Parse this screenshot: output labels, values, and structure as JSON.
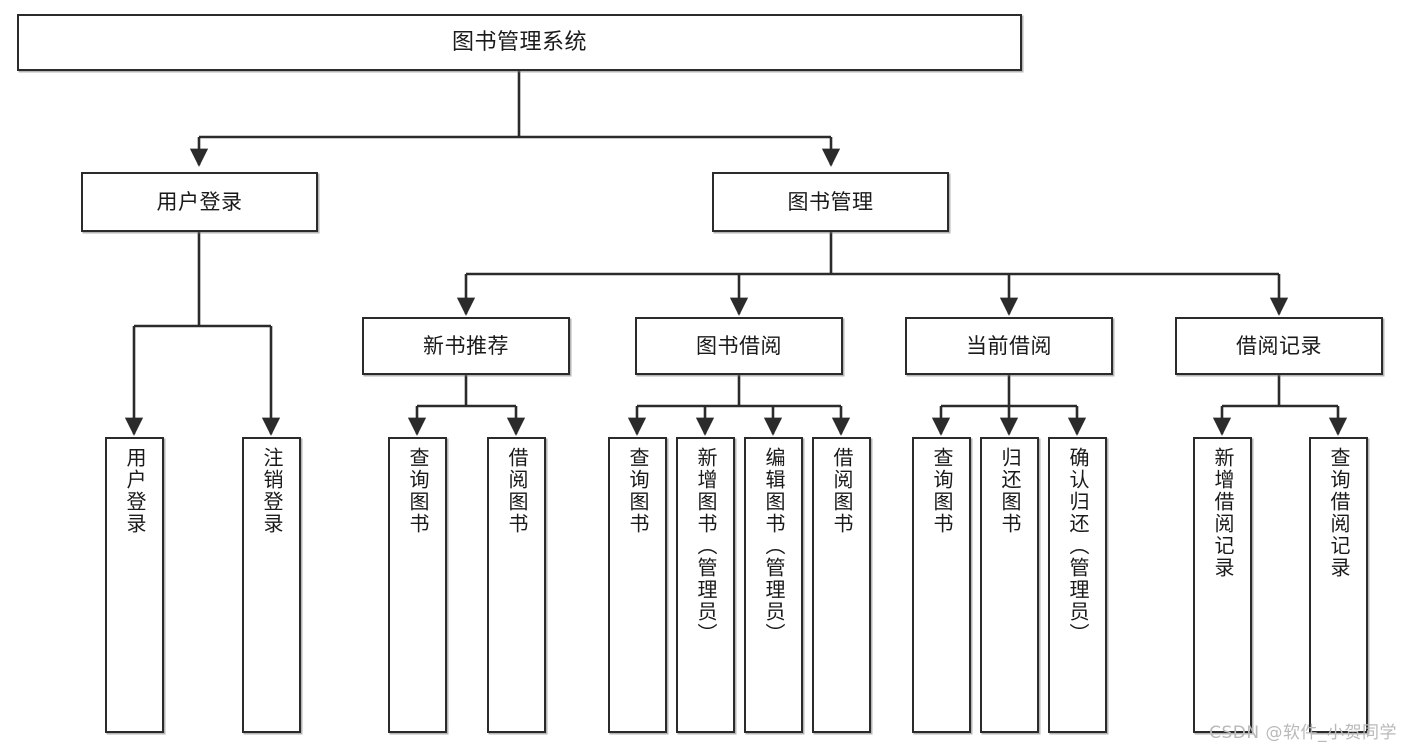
{
  "diagram": {
    "title": "图书管理系统",
    "watermark": "CSDN @软件_小贺同学",
    "colors": {
      "background": "#ffffff",
      "border": "#2b2b2b",
      "edge": "#2b2b2b",
      "text": "#1a1a1a",
      "watermark": "#b9b9b9"
    },
    "nodes": {
      "root": {
        "label": "图书管理系统"
      },
      "level1": [
        {
          "id": "user-login",
          "label": "用户登录"
        },
        {
          "id": "book-manage",
          "label": "图书管理"
        }
      ],
      "level2": [
        {
          "id": "new-book-recommend",
          "label": "新书推荐"
        },
        {
          "id": "book-borrow",
          "label": "图书借阅"
        },
        {
          "id": "current-borrow",
          "label": "当前借阅"
        },
        {
          "id": "borrow-record",
          "label": "借阅记录"
        }
      ],
      "leaves": {
        "user-login": [
          {
            "id": "leaf-user-login",
            "label": "用户登录"
          },
          {
            "id": "leaf-logout",
            "label": "注销登录"
          }
        ],
        "new-book-recommend": [
          {
            "id": "leaf-query-book-1",
            "label": "查询图书"
          },
          {
            "id": "leaf-borrow-book-1",
            "label": "借阅图书"
          }
        ],
        "book-borrow": [
          {
            "id": "leaf-query-book-2",
            "label": "查询图书"
          },
          {
            "id": "leaf-add-book",
            "label": "新增图书（管理员）"
          },
          {
            "id": "leaf-edit-book",
            "label": "编辑图书（管理员）"
          },
          {
            "id": "leaf-borrow-book-2",
            "label": "借阅图书"
          }
        ],
        "current-borrow": [
          {
            "id": "leaf-query-book-3",
            "label": "查询图书"
          },
          {
            "id": "leaf-return-book",
            "label": "归还图书"
          },
          {
            "id": "leaf-confirm-return",
            "label": "确认归还（管理员）"
          }
        ],
        "borrow-record": [
          {
            "id": "leaf-add-record",
            "label": "新增借阅记录"
          },
          {
            "id": "leaf-query-record",
            "label": "查询借阅记录"
          }
        ]
      }
    }
  }
}
